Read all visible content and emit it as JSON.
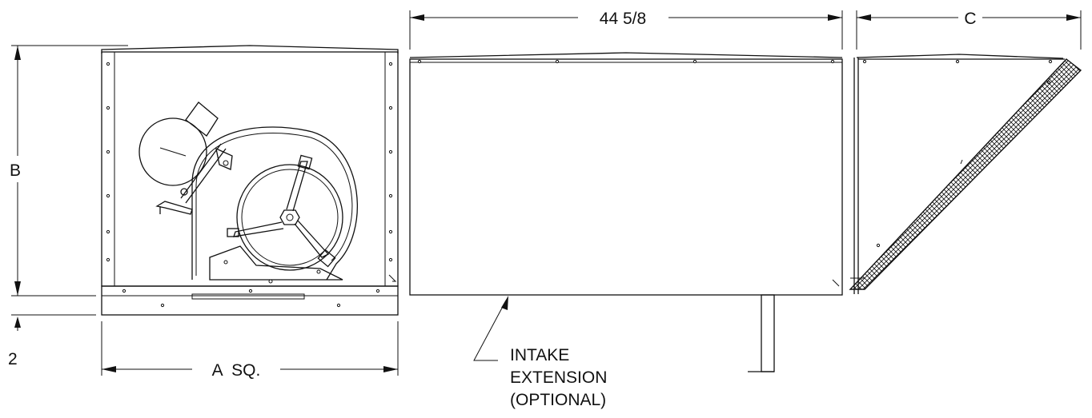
{
  "dimensions": {
    "width_top": "44 5/8",
    "hood_depth": "C",
    "height": "B",
    "base_height": "2",
    "width_bottom": "A  SQ."
  },
  "callout": {
    "line1": "INTAKE",
    "line2": "EXTENSION",
    "line3": "(OPTIONAL)"
  }
}
